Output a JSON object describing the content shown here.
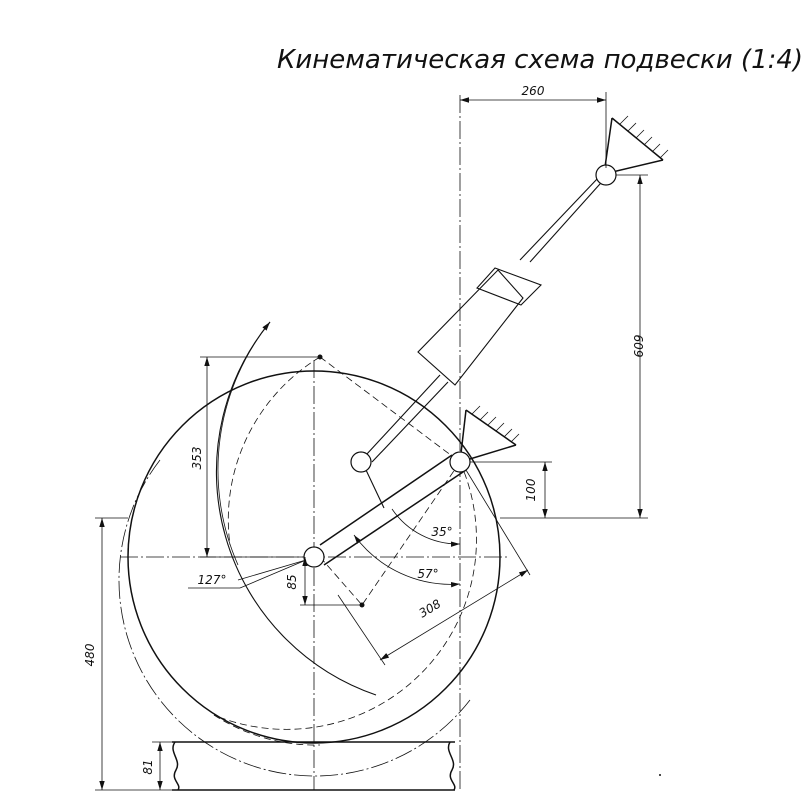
{
  "title": "Кинематическая схема подвески (1:4)",
  "dimensions": {
    "d260": "260",
    "d609": "609",
    "d353": "353",
    "d100": "100",
    "d35deg": "35°",
    "d57deg": "57°",
    "d127deg": "127°",
    "d85": "85",
    "d308": "308",
    "d480": "480",
    "d81": "81"
  }
}
